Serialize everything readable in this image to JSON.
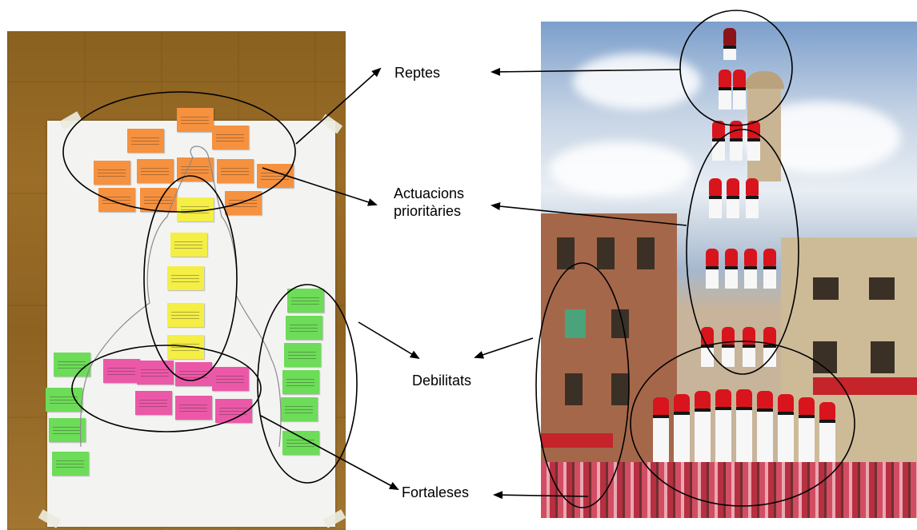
{
  "labels": {
    "reptes": "Reptes",
    "actuacions_line1": "Actuacions",
    "actuacions_line2": "prioritàries",
    "debilitats": "Debilitats",
    "fortaleses": "Fortaleses"
  },
  "colors": {
    "orange_note": "#f5913f",
    "yellow_note": "#f4ee45",
    "pink_note": "#ec58a8",
    "green_note": "#6ddc58",
    "annotation_stroke": "#000000",
    "casteller_shirt": "#d8141d"
  }
}
